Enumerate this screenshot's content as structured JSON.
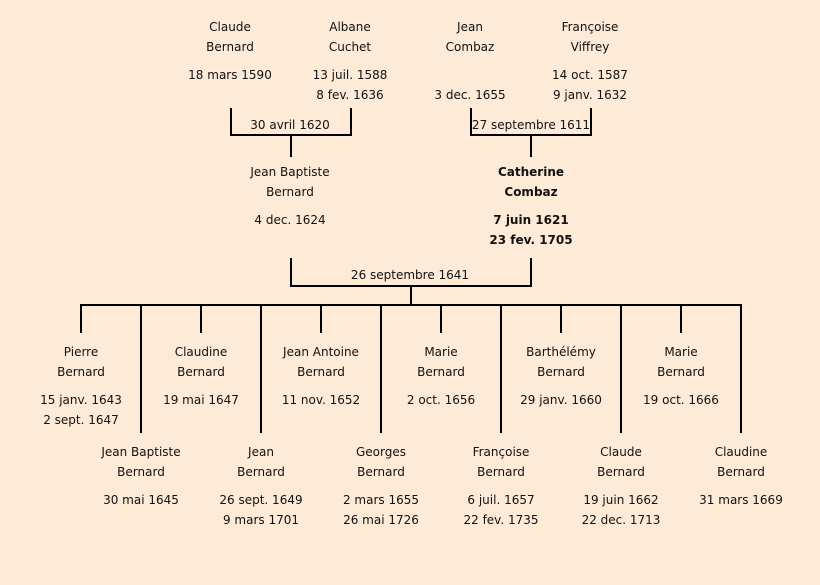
{
  "grandparents": [
    {
      "first": "Claude",
      "last": "Bernard",
      "dates": [
        "18 mars 1590"
      ]
    },
    {
      "first": "Albane",
      "last": "Cuchet",
      "dates": [
        "13 juil. 1588",
        "8 fev. 1636"
      ]
    },
    {
      "first": "Jean",
      "last": "Combaz",
      "dates": [
        "",
        "3 dec. 1655"
      ]
    },
    {
      "first": "Françoise",
      "last": "Viffrey",
      "dates": [
        "14 oct. 1587",
        "9 janv. 1632"
      ]
    }
  ],
  "marriages": {
    "bernard_cuchet": "30 avril 1620",
    "combaz_viffrey": "27 septembre 1611",
    "parents": "26 septembre 1641"
  },
  "parents": [
    {
      "first": "Jean Baptiste",
      "last": "Bernard",
      "dates": [
        "4 dec. 1624"
      ],
      "bold": false
    },
    {
      "first": "Catherine",
      "last": "Combaz",
      "dates": [
        "7 juin 1621",
        "23 fev. 1705"
      ],
      "bold": true
    }
  ],
  "children_top": [
    {
      "first": "Pierre",
      "last": "Bernard",
      "dates": [
        "15 janv. 1643",
        "2 sept. 1647"
      ]
    },
    {
      "first": "Claudine",
      "last": "Bernard",
      "dates": [
        "19 mai 1647"
      ]
    },
    {
      "first": "Jean Antoine",
      "last": "Bernard",
      "dates": [
        "11 nov. 1652"
      ]
    },
    {
      "first": "Marie",
      "last": "Bernard",
      "dates": [
        "2 oct. 1656"
      ]
    },
    {
      "first": "Barthélémy",
      "last": "Bernard",
      "dates": [
        "29 janv. 1660"
      ]
    },
    {
      "first": "Marie",
      "last": "Bernard",
      "dates": [
        "19 oct. 1666"
      ]
    }
  ],
  "children_bottom": [
    {
      "first": "Jean Baptiste",
      "last": "Bernard",
      "dates": [
        "30 mai 1645"
      ]
    },
    {
      "first": "Jean",
      "last": "Bernard",
      "dates": [
        "26 sept. 1649",
        "9 mars 1701"
      ]
    },
    {
      "first": "Georges",
      "last": "Bernard",
      "dates": [
        "2 mars 1655",
        "26 mai 1726"
      ]
    },
    {
      "first": "Françoise",
      "last": "Bernard",
      "dates": [
        "6 juil. 1657",
        "22 fev. 1735"
      ]
    },
    {
      "first": "Claude",
      "last": "Bernard",
      "dates": [
        "19 juin 1662",
        "22 dec. 1713"
      ]
    },
    {
      "first": "Claudine",
      "last": "Bernard",
      "dates": [
        "31 mars 1669"
      ]
    }
  ]
}
